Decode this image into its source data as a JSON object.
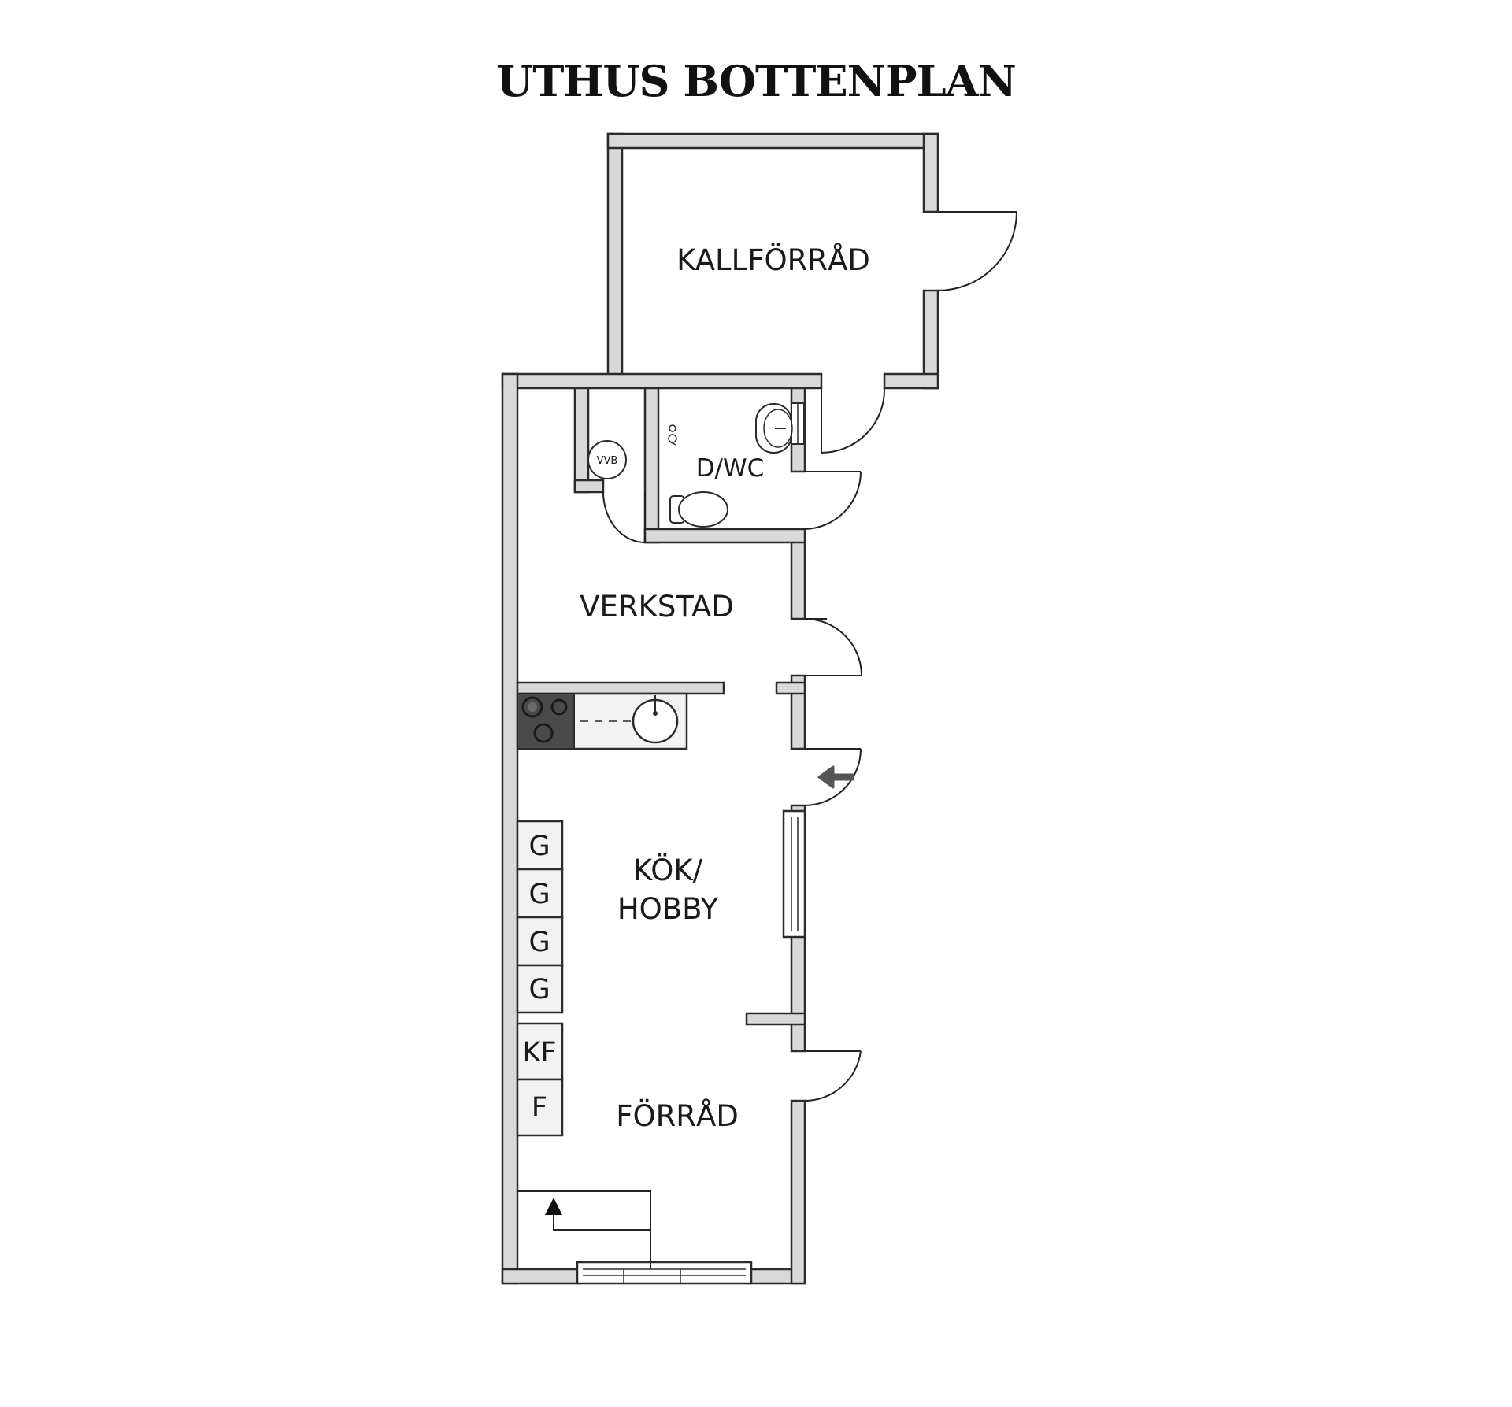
{
  "title": "UTHUS BOTTENPLAN",
  "rooms": {
    "kallforrad": "KALLFÖRRÅD",
    "dwc": "D/WC",
    "verkstad": "VERKSTAD",
    "kok_line1": "KÖK/",
    "kok_line2": "HOBBY",
    "forrad": "FÖRRÅD"
  },
  "fixtures": {
    "vvb": "VVB",
    "appliances": [
      "G",
      "G",
      "G",
      "G",
      "KF",
      "F"
    ]
  },
  "colors": {
    "wall_fill": "#d9d9d9",
    "wall_stroke": "#2b2b2b",
    "stove": "#4a4a4a",
    "cabinet": "#f2f2f2"
  }
}
